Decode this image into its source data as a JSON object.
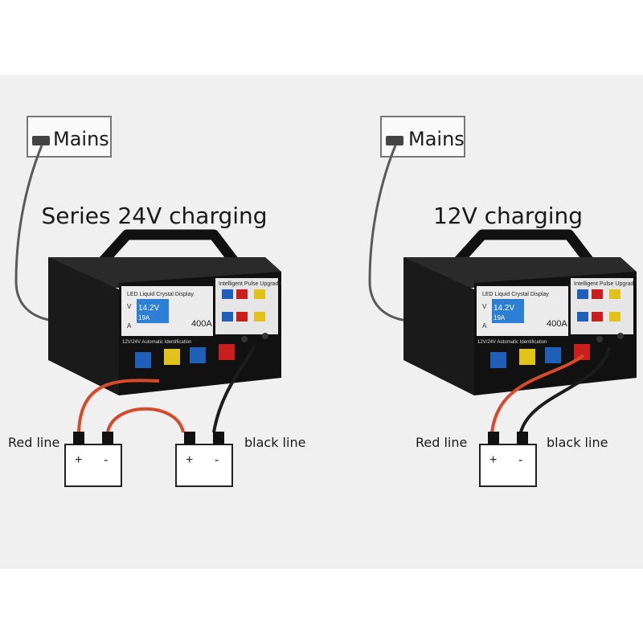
{
  "left": {
    "mains_label": "Mains",
    "title": "Series 24V charging",
    "red_line_label": "Red line",
    "black_line_label": "black line"
  },
  "right": {
    "mains_label": "Mains",
    "title": "12V charging",
    "red_line_label": "Red line",
    "black_line_label": "black line"
  },
  "charger": {
    "panel_title": "LED Liquid Crystal Display",
    "upgrade_label": "Intelligent Pulse Upgrade",
    "lcd_voltage": "14.2V",
    "lcd_current": "19A",
    "rating": "400A",
    "auto_label": "12V/24V Automatic Identification",
    "voltage_key": "V",
    "current_key": "A"
  },
  "battery": {
    "plus": "+",
    "minus": "-"
  },
  "colors": {
    "background": "#f0f0f0",
    "red_wire": "#d94a2b",
    "black_wire": "#1c1c1c",
    "mains_cord": "#5a5a5a",
    "charger_body": "#161616",
    "lcd": "#2d7fd6"
  }
}
